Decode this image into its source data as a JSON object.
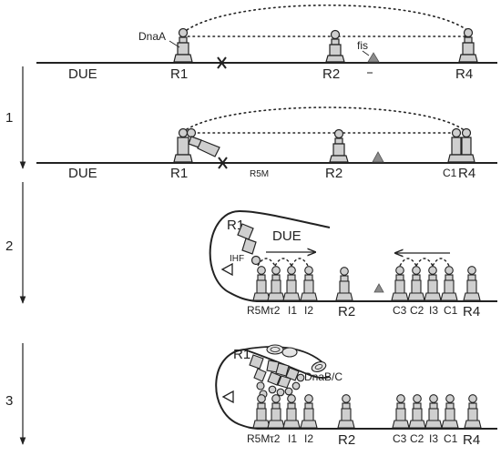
{
  "colors": {
    "ink": "#222222",
    "protein_fill": "#cfcfcf",
    "triangle_fill": "#8c8c8c",
    "helicase_fill": "#e4e4e4"
  },
  "steps": [
    "1",
    "2",
    "3"
  ],
  "panel0": {
    "protein_label": "DnaA",
    "fis_label": "fis",
    "due": "DUE",
    "r1": "R1",
    "r2": "R2",
    "r4": "R4"
  },
  "panel1": {
    "due": "DUE",
    "r1": "R1",
    "r5m": "R5M",
    "r2": "R2",
    "c1": "C1",
    "r4": "R4"
  },
  "panel2": {
    "r1": "R1",
    "due": "DUE",
    "ihf": "IHF",
    "left_box_labels": [
      "R5M",
      "τ2",
      "I1",
      "I2"
    ],
    "r2": "R2",
    "right_box_labels": [
      "C3",
      "C2",
      "I3",
      "C1"
    ],
    "r4": "R4"
  },
  "panel3": {
    "r1": "R1",
    "helicase_label": "DnaB/C",
    "left_box_labels": [
      "R5M",
      "τ2",
      "I1",
      "I2"
    ],
    "r2": "R2",
    "right_box_labels": [
      "C3",
      "C2",
      "I3",
      "C1"
    ],
    "r4": "R4"
  }
}
